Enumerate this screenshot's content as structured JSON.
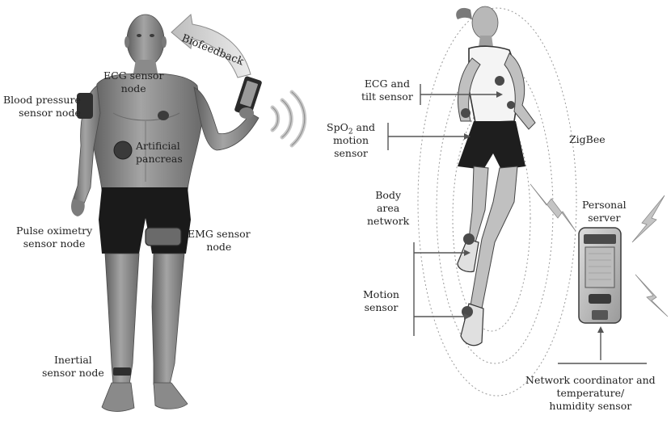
{
  "colors": {
    "skin": "#8a8a8a",
    "skin_dark": "#5a5a5a",
    "shorts": "#1a1a1a",
    "sensor": "#3c3c3c",
    "line": "#555555",
    "dotted": "#9a9a9a",
    "arrow_fill": "#d6d6d6"
  },
  "icons": [
    "human-body-figure",
    "wireless-wave-icon",
    "runner-figure",
    "pda-device-icon",
    "lightning-link-icon",
    "biofeedback-arrow"
  ],
  "left_figure": {
    "biofeedback": "Biofeedback",
    "ecg_node": [
      "ECG sensor",
      "node"
    ],
    "blood_pressure": [
      "Blood pressure",
      "sensor node"
    ],
    "artificial_pancreas": [
      "Artificial",
      "pancreas"
    ],
    "pulse_oximetry": [
      "Pulse oximetry",
      "sensor node"
    ],
    "emg": [
      "EMG sensor",
      "node"
    ],
    "inertial": [
      "Inertial",
      "sensor node"
    ]
  },
  "right_figure": {
    "ecg_tilt": [
      "ECG and",
      "tilt sensor"
    ],
    "spo2_prefix": "SpO",
    "spo2_sub": "2",
    "spo2_suffix": " and",
    "spo2_rest": [
      "motion",
      "sensor"
    ],
    "zigbee": "ZigBee",
    "body_area_network": [
      "Body",
      "area",
      "network"
    ],
    "personal_server": [
      "Personal",
      "server"
    ],
    "motion_sensor": [
      "Motion",
      "sensor"
    ],
    "network_coordinator": [
      "Network coordinator and",
      "temperature/",
      "humidity sensor"
    ]
  }
}
